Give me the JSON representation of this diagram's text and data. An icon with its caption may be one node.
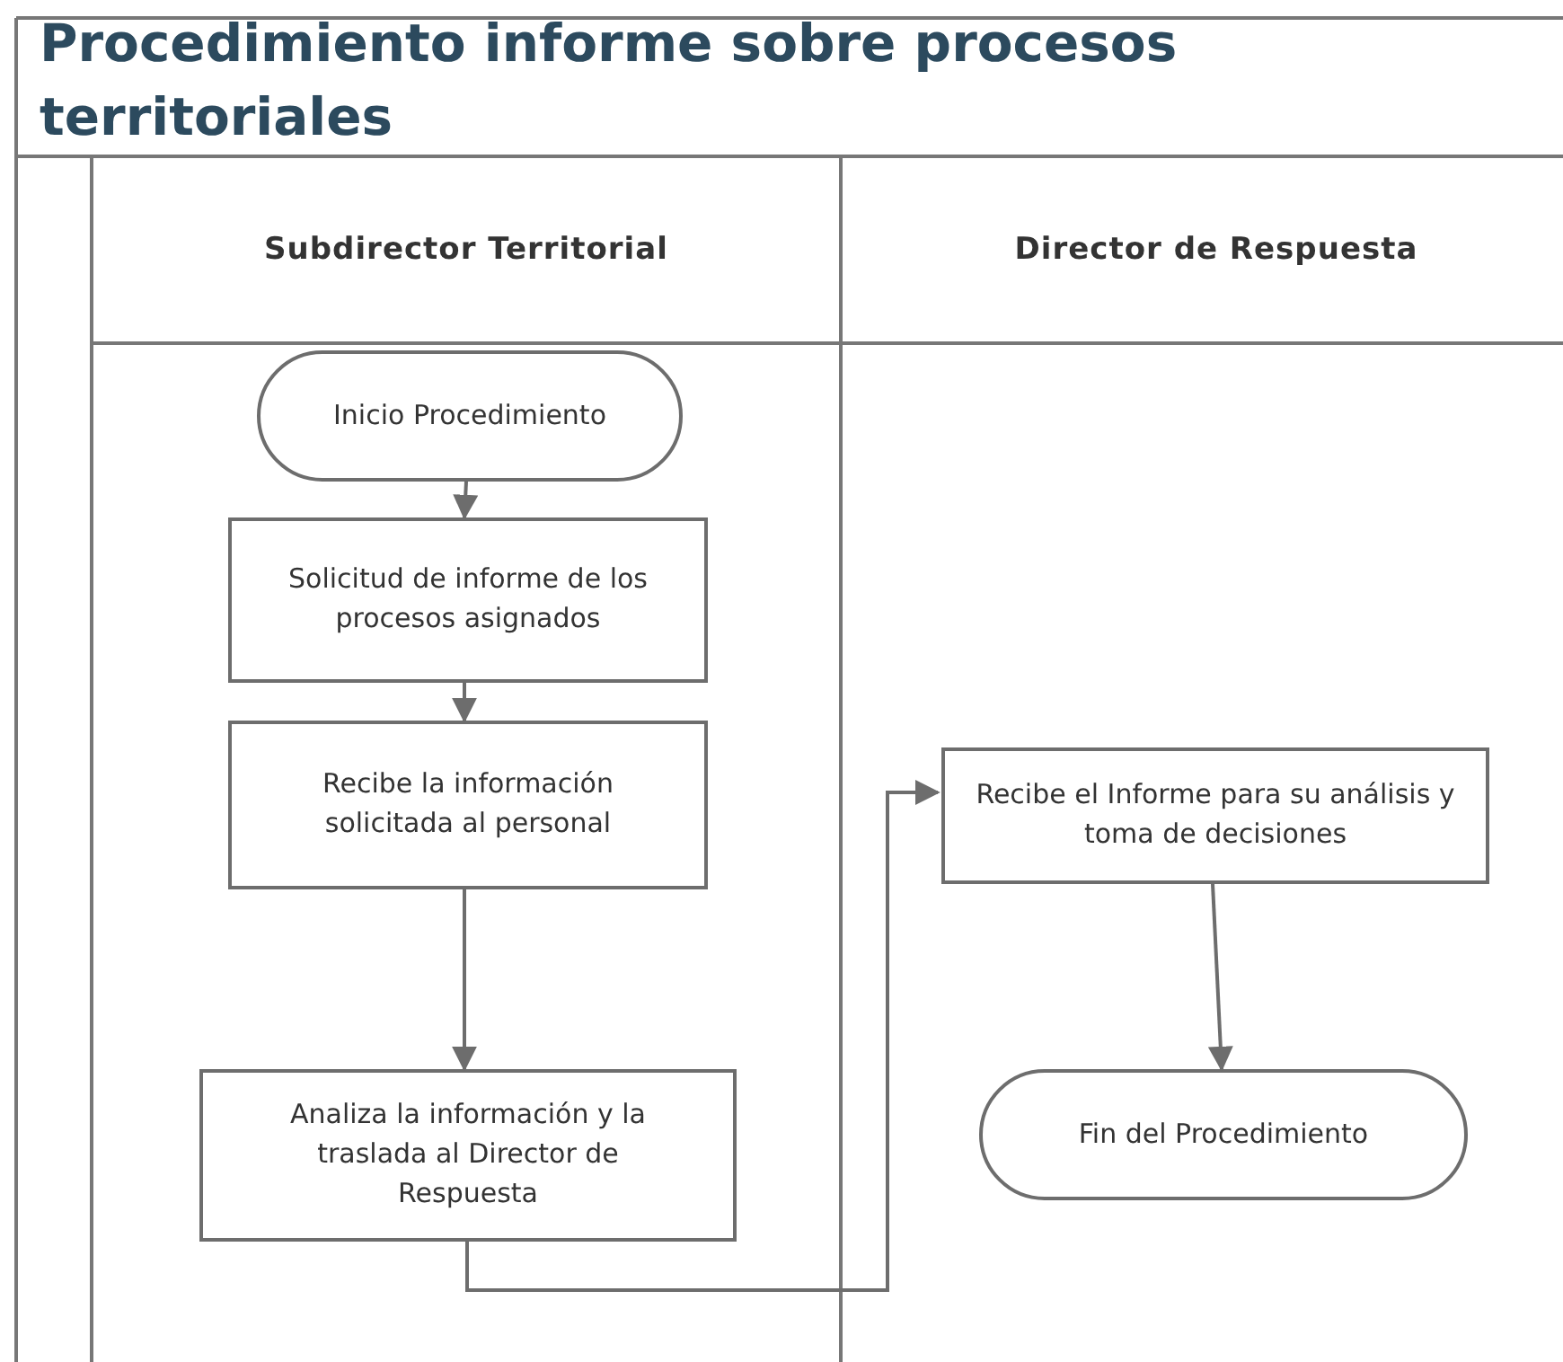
{
  "diagram": {
    "title": "Procedimiento informe sobre procesos territoriales",
    "nodes": [
      {
        "text": [
          "Subdirector Territorial"
        ]
      },
      {
        "text": [
          "Director de Respuesta"
        ]
      },
      {
        "text": [
          "Inicio Procedimiento"
        ],
        "in": 0
      },
      {
        "text": [
          "Solicitud de informe de los procesos asignados"
        ],
        "in": 0
      },
      {
        "text": [
          "Recibe la información solicitada al personal"
        ],
        "in": 0
      },
      {
        "text": [
          "Analiza la información y la traslada al Director de Respuesta"
        ],
        "in": 0
      },
      {
        "text": [
          "Recibe el Informe para su análisis y toma de decisiones"
        ],
        "in": 1
      },
      {
        "text": [
          "Fin del Procedimiento"
        ],
        "in": 1
      }
    ],
    "edges": [
      {
        "from": 2,
        "to": 3,
        "arrow": "to"
      },
      {
        "from": 3,
        "to": 4,
        "arrow": "to"
      },
      {
        "from": 4,
        "to": 5,
        "arrow": "to"
      },
      {
        "from": 5,
        "to": 6,
        "arrow": "to"
      },
      {
        "from": 6,
        "to": 7,
        "arrow": "to"
      }
    ]
  }
}
